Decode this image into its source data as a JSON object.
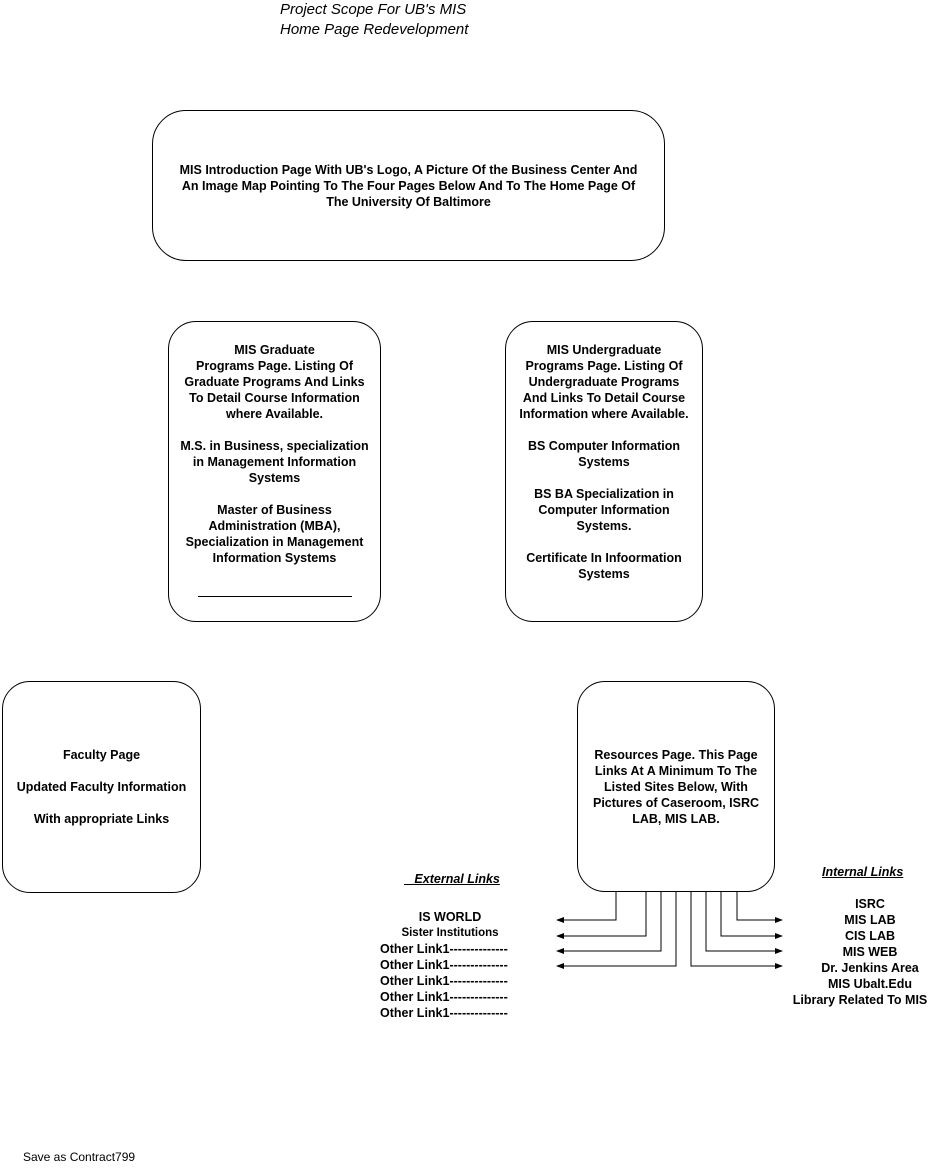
{
  "title": {
    "line1": "Project Scope For UB's MIS",
    "line2": "Home Page Redevelopment"
  },
  "intro_box": {
    "text": "MIS Introduction Page With  UB's Logo, A Picture Of the Business Center And\nAn Image Map Pointing To The Four Pages Below And To The Home  Page Of\nThe University Of Baltimore"
  },
  "graduate_box": {
    "p1": "MIS Graduate\nPrograms Page. Listing Of\nGraduate Programs And Links\nTo Detail Course Information\nwhere Available.",
    "p2": "M.S. in Business, specialization\nin Management Information\nSystems",
    "p3": "Master of Business\nAdministration (MBA),\nSpecialization in Management\nInformation Systems"
  },
  "undergraduate_box": {
    "p1": "MIS Undergraduate\nPrograms Page. Listing Of\nUndergraduate Programs\nAnd Links To Detail Course\nInformation where Available.",
    "p2": "BS Computer  Information\nSystems",
    "p3": "BS BA Specialization in\nComputer Information\nSystems.",
    "p4": "Certificate In Infoormation\nSystems"
  },
  "faculty_box": {
    "p1": "Faculty Page",
    "p2": "Updated Faculty Information",
    "p3": "With appropriate Links"
  },
  "resources_box": {
    "text": "Resources Page. This Page\nLinks At A Minimum To The\nListed Sites Below, With\nPictures of Caseroom, ISRC\nLAB, MIS LAB."
  },
  "external_links": {
    "heading": "External Links",
    "items": [
      "IS WORLD",
      "Sister Institutions",
      "Other Link1--------------",
      "Other Link1--------------",
      "Other Link1--------------",
      "Other Link1--------------",
      "Other Link1--------------"
    ]
  },
  "internal_links": {
    "heading": "Internal Links",
    "items": [
      "ISRC",
      "MIS LAB",
      "CIS LAB",
      "MIS WEB",
      "Dr. Jenkins Area",
      "MIS Ubalt.Edu",
      "Library Related To MIS"
    ]
  },
  "footer": {
    "text": "Save as Contract799"
  }
}
